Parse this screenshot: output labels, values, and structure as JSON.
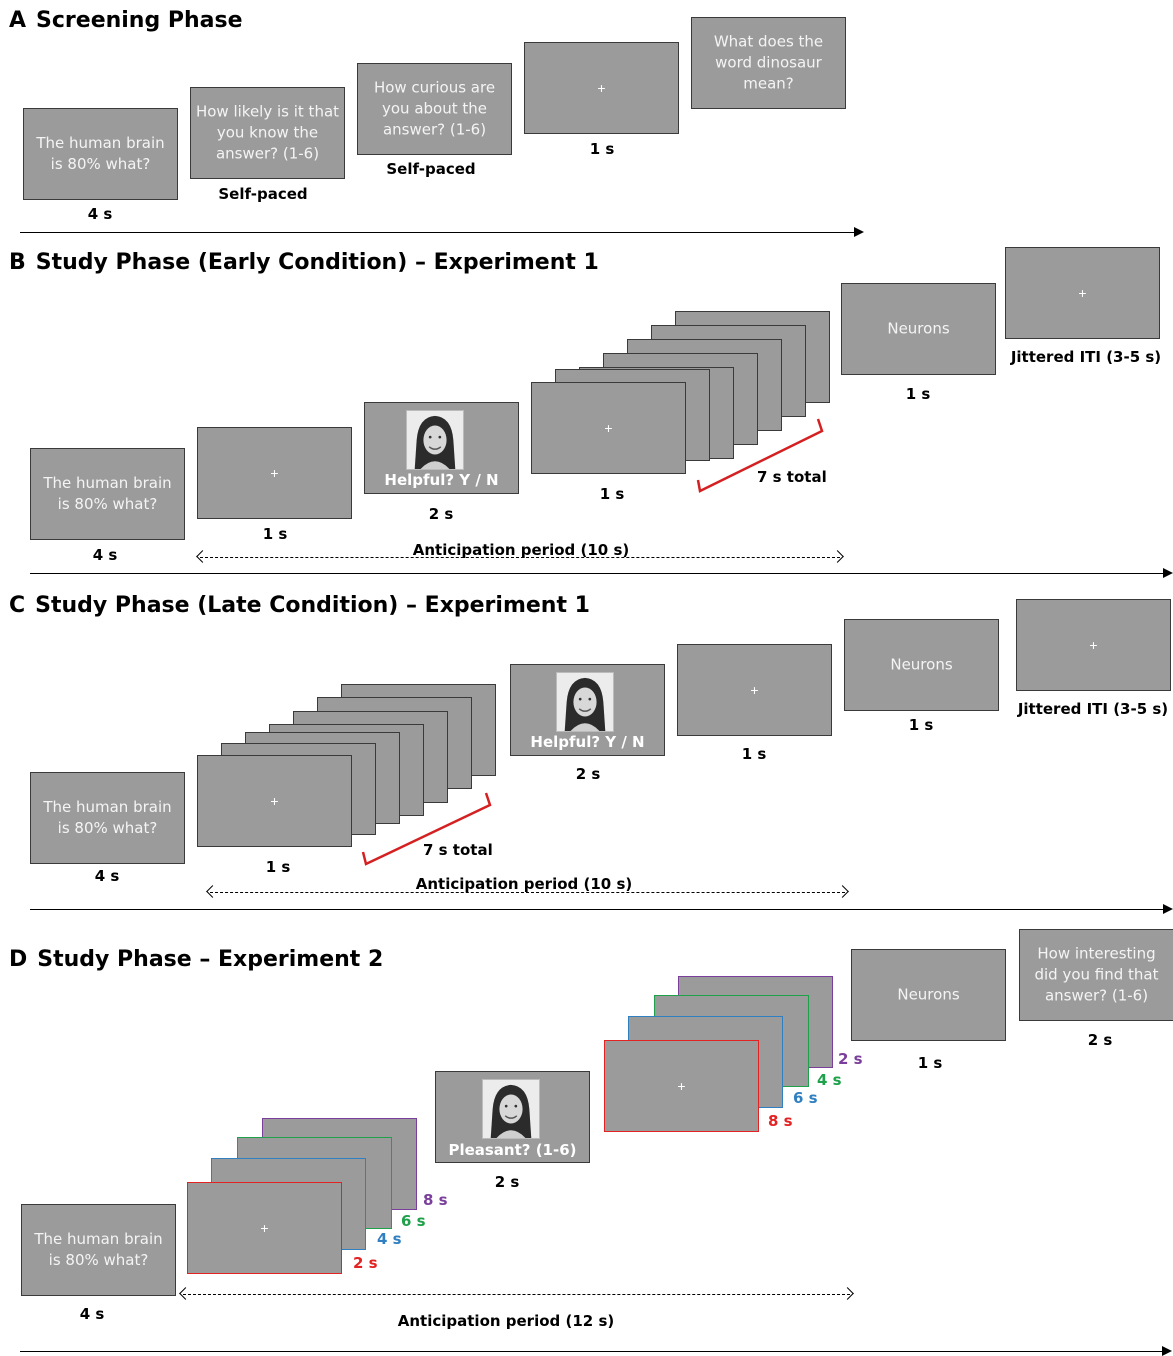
{
  "panelA": {
    "letter": "A",
    "title": "Screening Phase",
    "question": "The human brain is 80% what?",
    "likely": "How likely is it that you know the answer? (1-6)",
    "curious": "How curious are you about the answer? (1-6)",
    "fixation": "+",
    "final": "What does the word dinosaur mean?",
    "t_question": "4 s",
    "t_likely": "Self-paced",
    "t_curious": "Self-paced",
    "t_fix": "1 s"
  },
  "panelB": {
    "letter": "B",
    "title": "Study Phase (Early Condition) – Experiment 1",
    "question": "The human brain is 80% what?",
    "fix1": "+",
    "face_prompt": "Helpful? Y / N",
    "fix2": "+",
    "answer": "Neurons",
    "iti_fix": "+",
    "t_question": "4 s",
    "t_fix1": "1 s",
    "t_face": "2 s",
    "t_fix2": "1 s",
    "t_total": "7 s total",
    "t_answer": "1 s",
    "t_iti": "Jittered ITI (3-5 s)",
    "anticipation": "Anticipation period (10 s)"
  },
  "panelC": {
    "letter": "C",
    "title": "Study Phase (Late Condition) – Experiment 1",
    "question": "The human brain is 80% what?",
    "fix1": "+",
    "face_prompt": "Helpful? Y / N",
    "fix2": "+",
    "answer": "Neurons",
    "iti_fix": "+",
    "t_question": "4 s",
    "t_fix1": "1 s",
    "t_total": "7 s total",
    "t_face": "2 s",
    "t_fix2": "1 s",
    "t_answer": "1 s",
    "t_iti": "Jittered ITI (3-5 s)",
    "anticipation": "Anticipation period (10 s)"
  },
  "panelD": {
    "letter": "D",
    "title": "Study Phase – Experiment 2",
    "question": "The human brain is 80% what?",
    "fix1": "+",
    "face_prompt": "Pleasant? (1-6)",
    "fix2": "+",
    "answer": "Neurons",
    "rating": "How interesting did you find that answer? (1-6)",
    "t_question": "4 s",
    "t_face": "2 s",
    "t_answer": "1 s",
    "t_rating": "2 s",
    "delays": [
      "2 s",
      "4 s",
      "6 s",
      "8 s"
    ],
    "anticipation": "Anticipation period (12 s)"
  },
  "colors": {
    "screen": "#9b9b9b",
    "bracket": "#d42020",
    "delay_2": "#e32222",
    "delay_4": "#2f7fc1",
    "delay_6": "#1fa04a",
    "delay_8": "#7a3f9a"
  }
}
